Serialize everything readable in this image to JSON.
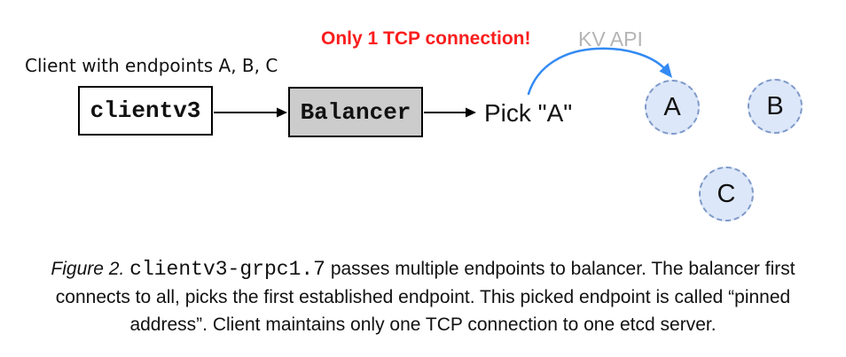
{
  "diagram": {
    "client_label": "Client with endpoints A, B, C",
    "red_note": "Only 1 TCP connection!",
    "kv_api_label": "KV API",
    "clientv3_box_label": "clientv3",
    "balancer_box_label": "Balancer",
    "pick_label": "Pick \"A\"",
    "endpoints": [
      {
        "label": "A"
      },
      {
        "label": "B"
      },
      {
        "label": "C"
      }
    ]
  },
  "caption": {
    "figure_label": "Figure 2.",
    "code": "clientv3-grpc1.7",
    "text": "passes multiple endpoints to balancer. The balancer first connects to all, picks the first established endpoint. This picked endpoint is called “pinned address”. Client maintains only one TCP connection to one etcd server."
  },
  "colors": {
    "red_note": "#fa1d1d",
    "kv_api_gray": "#b5b5b5",
    "blue_arrow": "#338af3",
    "endpoint_fill": "#dce7f9",
    "endpoint_border": "#7f99c9",
    "balancer_fill": "#cccccc",
    "box_border": "#000000",
    "arrow_black": "#000000"
  }
}
